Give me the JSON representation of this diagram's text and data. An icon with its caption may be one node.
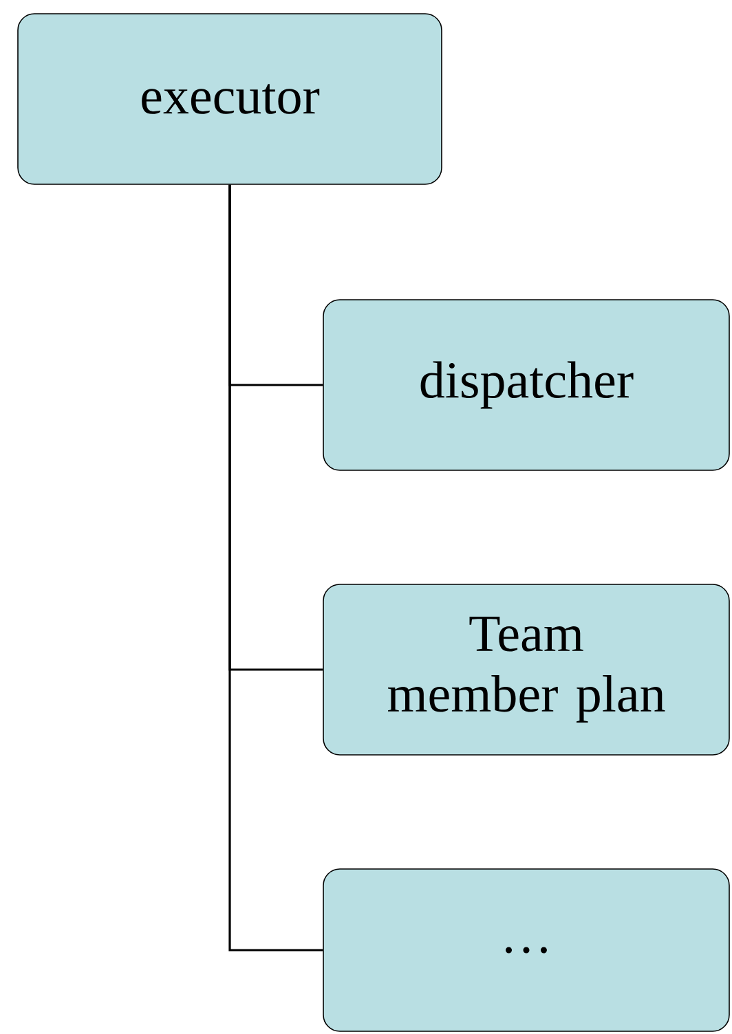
{
  "diagram": {
    "nodes": [
      {
        "text": [
          "executor"
        ]
      },
      {
        "text": [
          "dispatcher"
        ]
      },
      {
        "text": [
          "Team member plan"
        ]
      },
      {
        "text": [
          "…"
        ]
      }
    ],
    "edges": [
      {
        "from": 0,
        "to": 1,
        "arrow": "none"
      },
      {
        "from": 0,
        "to": 2,
        "arrow": "none"
      },
      {
        "from": 0,
        "to": 3,
        "arrow": "none"
      }
    ]
  }
}
